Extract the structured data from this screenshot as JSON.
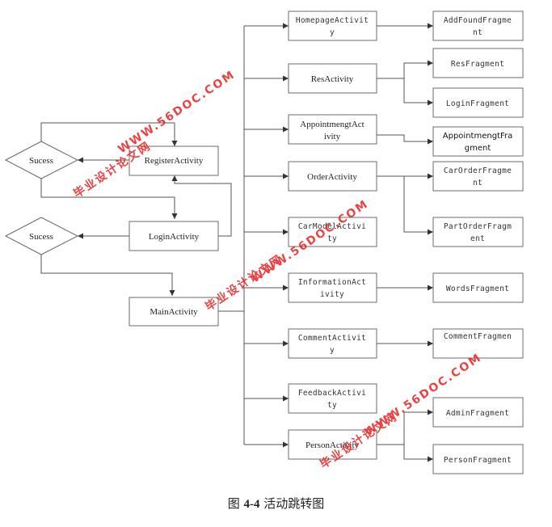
{
  "nodes": {
    "sucess_top": "Sucess",
    "sucess_bottom": "Sucess",
    "register": "RegisterActivity",
    "login": "LoginActivity",
    "main": "MainActivity",
    "homepage": [
      "HomepageActivit",
      "y"
    ],
    "res": "ResActivity",
    "appointment": [
      "AppointmengtAct",
      "ivity"
    ],
    "order": "OrderActivity",
    "carmodel": [
      "CarModelActivi",
      "ty"
    ],
    "information": [
      "InformationAct",
      "ivity"
    ],
    "comment": [
      "CommentActivit",
      "y"
    ],
    "feedback": [
      "FeedbackActivi",
      "ty"
    ],
    "person": "PersonActivity",
    "addfound": [
      "AddFoundFragme",
      "nt"
    ],
    "resfrag": "ResFragment",
    "loginfrag": "LoginFragment",
    "appointfrag": [
      "AppointmengtFra",
      "gment"
    ],
    "carorderfrag": [
      "CarOrderFragme",
      "nt"
    ],
    "partorderfrag": [
      "PartOrderFragm",
      "ent"
    ],
    "wordsfrag": "WordsFragment",
    "commentfrag": "CommentFragmen",
    "adminfrag": "AdminFragment",
    "personfrag": "PersonFragment"
  },
  "watermark": {
    "site": "WWW.56DOC.COM",
    "cn": "毕业设计论文网"
  },
  "caption": {
    "prefix": "图",
    "number": "4-4",
    "title": "活动跳转图"
  }
}
